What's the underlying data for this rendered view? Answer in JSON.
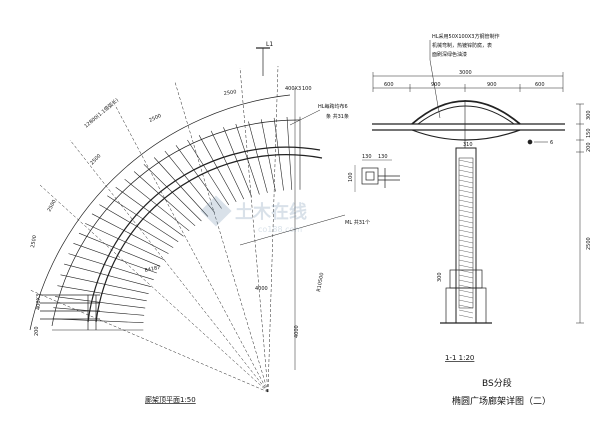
{
  "title_block": {
    "sheet_code": "BS分段",
    "sheet_title": "椭圆广场廊架详图（二）"
  },
  "plan_view": {
    "title": "廊架顶平面1:50",
    "label_l1": "L1",
    "arc_length_note": "12800(1.1倍弧长)",
    "segment_2500_a": "2500",
    "segment_2500_b": "2500",
    "segment_2500_c": "2500",
    "segment_2500_d": "2500",
    "segment_2500_e": "2500",
    "dim_400x3_top": "400X3",
    "dim_100_top": "100",
    "dim_400x3_left": "400X3",
    "dim_200": "200",
    "dim_84187": "84187",
    "dim_4000": "4000",
    "dim_r10500": "R10500",
    "dim_4000_vertical": "4000",
    "note_hl": "HL每跨均布6",
    "note_hl_2": "条 共31条",
    "note_ml": "ML 共31个",
    "watermark_cn": "土木在线",
    "watermark_en": "co188.com"
  },
  "section_view": {
    "title": "1-1 1:20",
    "note_line1": "HL采用50X100X3方钢管制作",
    "note_line2": "机械弯制，热镀锌防腐，表",
    "note_line3": "面刷深绿色油漆",
    "dim_total": "3000",
    "dim_600_left": "600",
    "dim_900_a": "900",
    "dim_900_b": "900",
    "dim_600_right": "600",
    "dim_right_300": "300",
    "dim_right_150": "150",
    "dim_right_200": "200",
    "dim_right_2500": "2500",
    "dim_310": "310",
    "dim_300_low": "300",
    "detail_dims": [
      "130",
      "130",
      "100"
    ],
    "label_6": "6"
  }
}
